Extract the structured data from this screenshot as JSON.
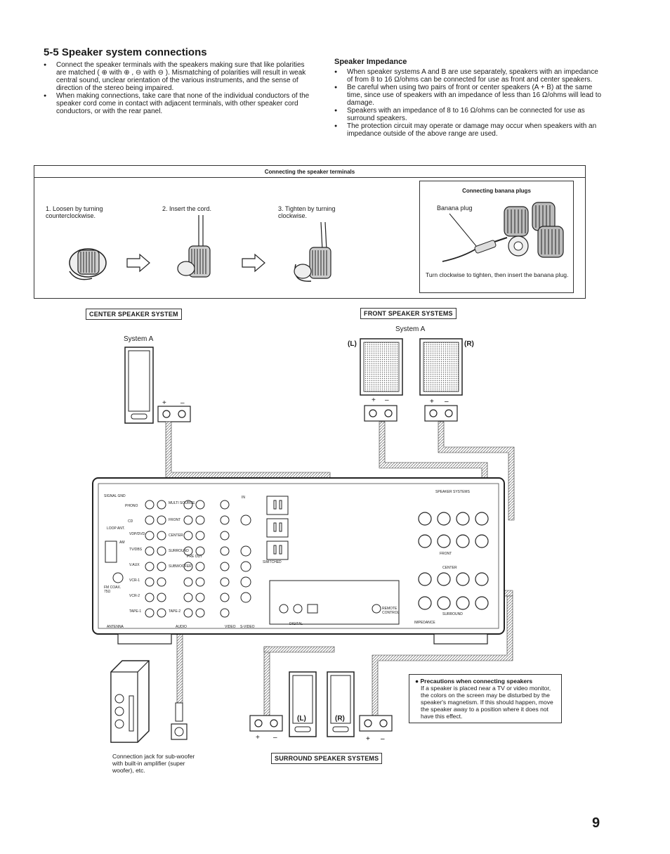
{
  "section": {
    "title": "5-5 Speaker system connections"
  },
  "left_bullets": [
    "Connect the speaker terminals with the speakers making sure that like polarities are matched ( ⊕ with ⊕ , ⊖ with ⊖ ). Mismatching of polarities will result in weak central sound, unclear orientation of the various instruments, and the sense of direction of the stereo being impaired.",
    "When making connections, take care that none of the individual conductors of the speaker cord come in contact with adjacent terminals, with other speaker cord conductors, or with the rear panel."
  ],
  "impedance": {
    "heading": "Speaker Impedance",
    "bullets": [
      "When speaker systems A and B are use separately, speakers with an impedance of from 8 to 16 Ω/ohms can be connected for use as front and center speakers.",
      "Be careful when using two pairs of front or center speakers (A + B) at the same time, since use of speakers with an impedance of less than 16 Ω/ohms will lead to damage.",
      "Speakers with an impedance of 8 to 16 Ω/ohms can be connected for use as surround speakers.",
      "The protection circuit may operate or damage may occur when speakers with an impedance outside of the above range are used."
    ]
  },
  "terminal_box": {
    "title": "Connecting the speaker terminals",
    "steps": [
      "1.  Loosen by turning counterclockwise.",
      "2.  Insert the cord.",
      "3.  Tighten by turning clockwise."
    ],
    "banana": {
      "title": "Connecting banana plugs",
      "plug_label": "Banana plug",
      "note": "Turn clockwise to tighten, then insert the banana plug."
    }
  },
  "center": {
    "label": "CENTER SPEAKER SYSTEM",
    "system": "System A",
    "plus": "+",
    "minus": "–"
  },
  "front": {
    "label": "FRONT SPEAKER SYSTEMS",
    "system": "System A",
    "left": "(L)",
    "right": "(R)",
    "plus": "+",
    "minus": "–"
  },
  "surround": {
    "label": "SURROUND SPEAKER SYSTEMS",
    "left": "(L)",
    "right": "(R)",
    "plus": "+",
    "minus": "–"
  },
  "subwoofer": {
    "note": "Connection jack for sub-woofer with built-in amplifier (super woofer), etc."
  },
  "precautions": {
    "title": "Precautions when connecting speakers",
    "text": "If a speaker is placed near a TV or video monitor, the colors on the screen may be disturbed by the speaker's magnetism. If this should happen, move the speaker away to a position where it does not have this effect."
  },
  "panel": {
    "labels": [
      "SIGNAL GND",
      "PHONO",
      "CD",
      "LOOP ANT.",
      "AM",
      "FM COAX. 75Ω",
      "ANTENNA",
      "AUDIO",
      "VIDEO",
      "S-VIDEO",
      "DIGITAL",
      "PRE OUT",
      "IN",
      "REMOTE CONTROL",
      "SPEAKER SYSTEMS",
      "FRONT",
      "CENTER",
      "SURROUND",
      "IMPEDANCE",
      "SWITCHED"
    ],
    "jack_labels": [
      "VDP/DVD",
      "TV/DBS",
      "V.AUX",
      "VCR-1",
      "VCR-2",
      "TAPE-1",
      "TAPE-2",
      "MULTI SOURCE",
      "FRONT",
      "CENTER",
      "SURROUND",
      "SUBWOOFER"
    ]
  },
  "page_number": "9"
}
